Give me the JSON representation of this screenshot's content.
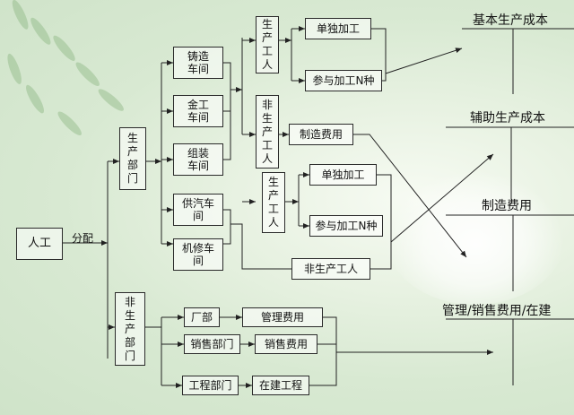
{
  "root": "人工",
  "edge_label": "分配",
  "dept": {
    "production": "生\n产\n部\n门",
    "non_production": "非\n生\n产\n部\n门"
  },
  "workshops": {
    "casting": "铸造\n车间",
    "metal": "金工\n车间",
    "assembly": "组装\n车间",
    "steam": "供汽车\n间",
    "repair": "机修车\n间"
  },
  "workers": {
    "prod_a": "生\n产\n工\n人",
    "nonprod_a": "非\n生\n产\n工\n人",
    "prod_b": "生\n产\n工\n人"
  },
  "items": {
    "single_a": "单独加工",
    "multi_a": "参与加工N种",
    "mfg_cost": "制造费用",
    "single_b": "单独加工",
    "multi_b": "参与加工N种",
    "nonprod_b": "非生产工人"
  },
  "nonprod_depts": {
    "factory": "厂部",
    "sales": "销售部门",
    "engineering": "工程部门",
    "mgmt_cost": "管理费用",
    "sales_cost": "销售费用",
    "construction": "在建工程"
  },
  "outputs": {
    "basic": "基本生产成本",
    "aux": "辅助生产成本",
    "mfg": "制造费用",
    "mgmt": "管理/销售费用/在建"
  }
}
